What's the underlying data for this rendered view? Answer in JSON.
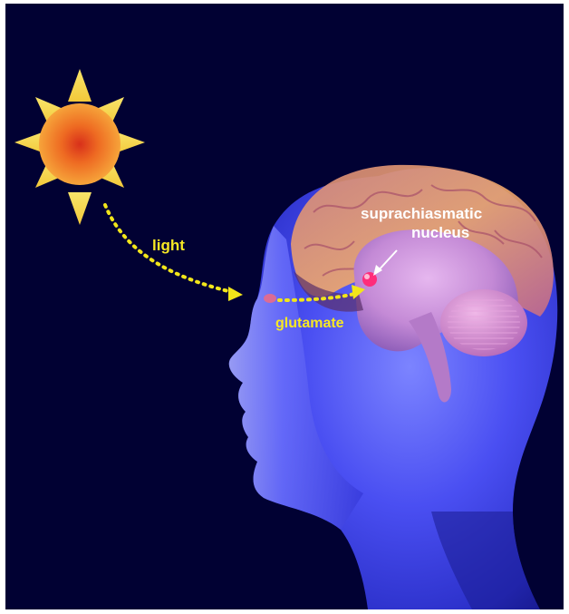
{
  "labels": {
    "light": "light",
    "glutamate": "glutamate",
    "scn_line1": "suprachiasmatic",
    "scn_line2": "nucleus"
  },
  "colors": {
    "background": "#010133",
    "arrow": "#f2e61a",
    "label_yellow": "#f7e824",
    "label_white": "#ffffff",
    "sun_core": "#e8461a",
    "sun_rays": "#f6e04a",
    "head": "#3b3ff0",
    "brain": "#c98ad8",
    "scn_dot": "#ff2d7a"
  },
  "icons": [
    "sun-icon",
    "head-icon",
    "brain-icon"
  ]
}
